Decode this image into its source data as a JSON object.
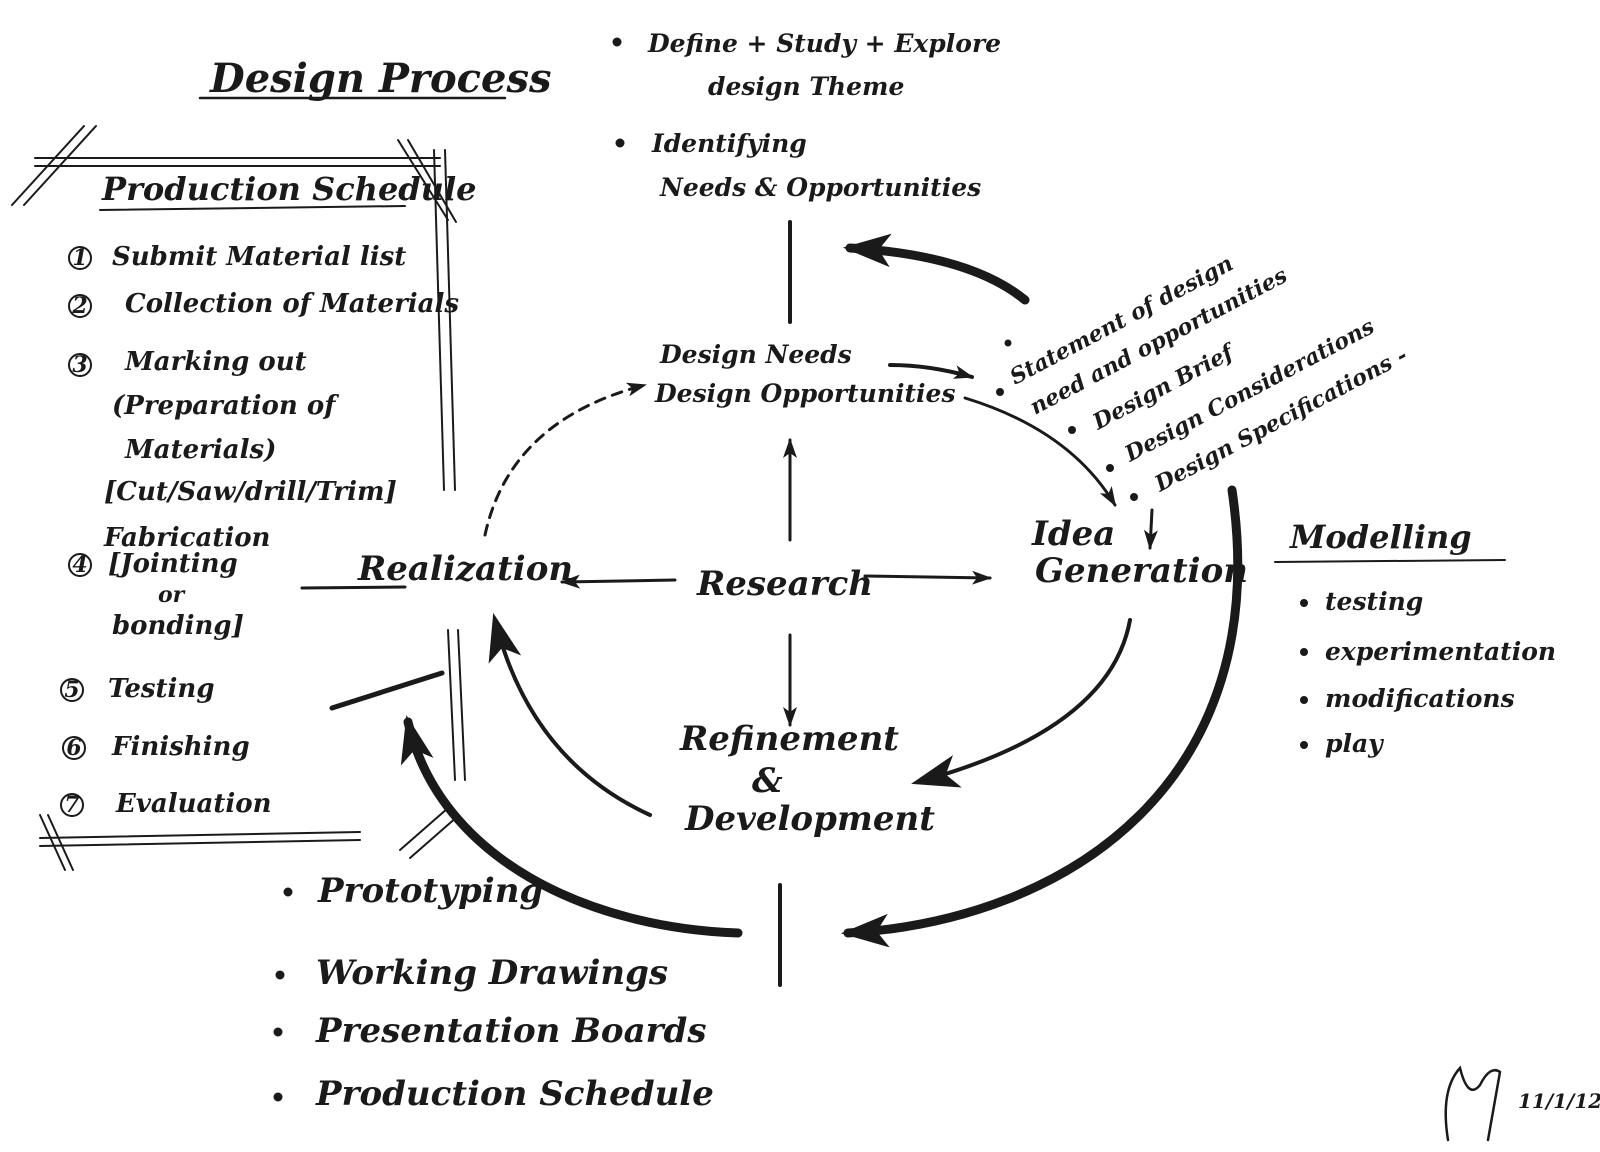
{
  "title": "Design Process",
  "center": "Research",
  "nodes": {
    "needs_line1": "Design Needs",
    "needs_line2": "Design Opportunities",
    "idea_line1": "Idea",
    "idea_line2": "Generation",
    "refine_line1": "Refinement",
    "refine_line2": "&",
    "refine_line3": "Development",
    "realization": "Realization"
  },
  "top_notes": [
    {
      "line1": "Define + Study + Explore",
      "line2": "design Theme"
    },
    {
      "line1": "Identifying",
      "line2": "Needs & Opportunities"
    }
  ],
  "needs_notes": [
    "Statement of design",
    "need and opportunities",
    "Design Brief",
    "Design Considerations",
    "Design Specifications -"
  ],
  "production": {
    "heading": "Production Schedule",
    "items": [
      {
        "num": "1",
        "lines": [
          "Submit Material list"
        ]
      },
      {
        "num": "2",
        "lines": [
          "Collection of Materials"
        ]
      },
      {
        "num": "3",
        "lines": [
          "Marking out",
          "(Preparation of",
          "Materials)",
          "[Cut/Saw/drill/Trim]"
        ]
      },
      {
        "num": "4",
        "lines": [
          "Fabrication",
          "[Jointing",
          "or",
          "bonding]"
        ]
      },
      {
        "num": "5",
        "lines": [
          "Testing"
        ]
      },
      {
        "num": "6",
        "lines": [
          "Finishing"
        ]
      },
      {
        "num": "7",
        "lines": [
          "Evaluation"
        ]
      }
    ]
  },
  "modelling": {
    "heading": "Modelling",
    "items": [
      "testing",
      "experimentation",
      "modifications",
      "play"
    ]
  },
  "realization_outputs": [
    "Prototyping",
    "Working Drawings",
    "Presentation Boards",
    "Production Schedule"
  ],
  "signature": {
    "date": "11/1/12"
  },
  "colors": {
    "ink": "#1a1a1a",
    "paper": "#ffffff"
  }
}
